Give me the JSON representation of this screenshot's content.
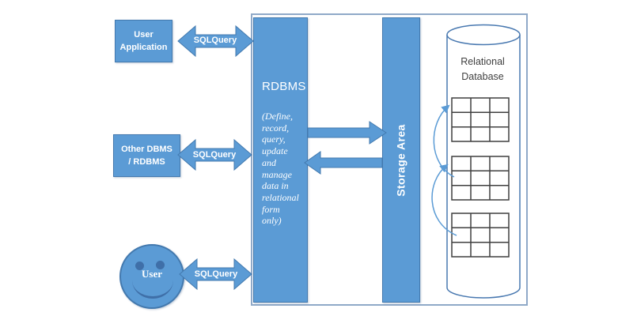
{
  "colors": {
    "shape_fill": "#5B9BD5",
    "shape_border": "#41719C",
    "boundary_border": "#8FA9C8",
    "grid_stroke": "#3F3F3F",
    "connector_blue": "#5B9BD5",
    "text_on_blue": "#FFFFFF",
    "text_dark": "#3F3F3F"
  },
  "nodes": {
    "user_application": {
      "line1": "User",
      "line2": "Application"
    },
    "other_dbms": {
      "line1": "Other DBMS",
      "line2": "/ RDBMS"
    },
    "user": {
      "label": "User"
    },
    "rdbms": {
      "title": "RDBMS",
      "description": "(Define,\nrecord,\nquery,\nupdate\nand\nmanage\ndata in\nrelational\nform\nonly)"
    },
    "storage": {
      "label": "Storage Area"
    },
    "relational_database": {
      "line1": "Relational",
      "line2": "Database"
    }
  },
  "connectors": {
    "sql_query": "SQLQuery"
  }
}
